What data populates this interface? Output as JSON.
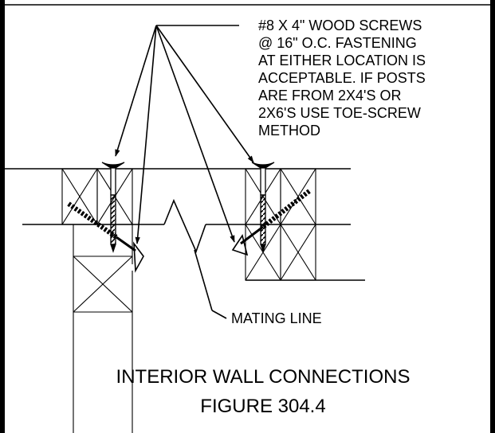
{
  "note": {
    "lines": [
      "#8 X 4\" WOOD SCREWS",
      "@ 16\" O.C. FASTENING",
      "AT EITHER LOCATION IS",
      "ACCEPTABLE.  IF POSTS",
      "ARE FROM 2X4'S OR",
      "2X6'S USE TOE-SCREW",
      "METHOD"
    ]
  },
  "mating_label": "MATING LINE",
  "caption": {
    "title": "INTERIOR WALL CONNECTIONS",
    "figure": "FIGURE 304.4"
  }
}
